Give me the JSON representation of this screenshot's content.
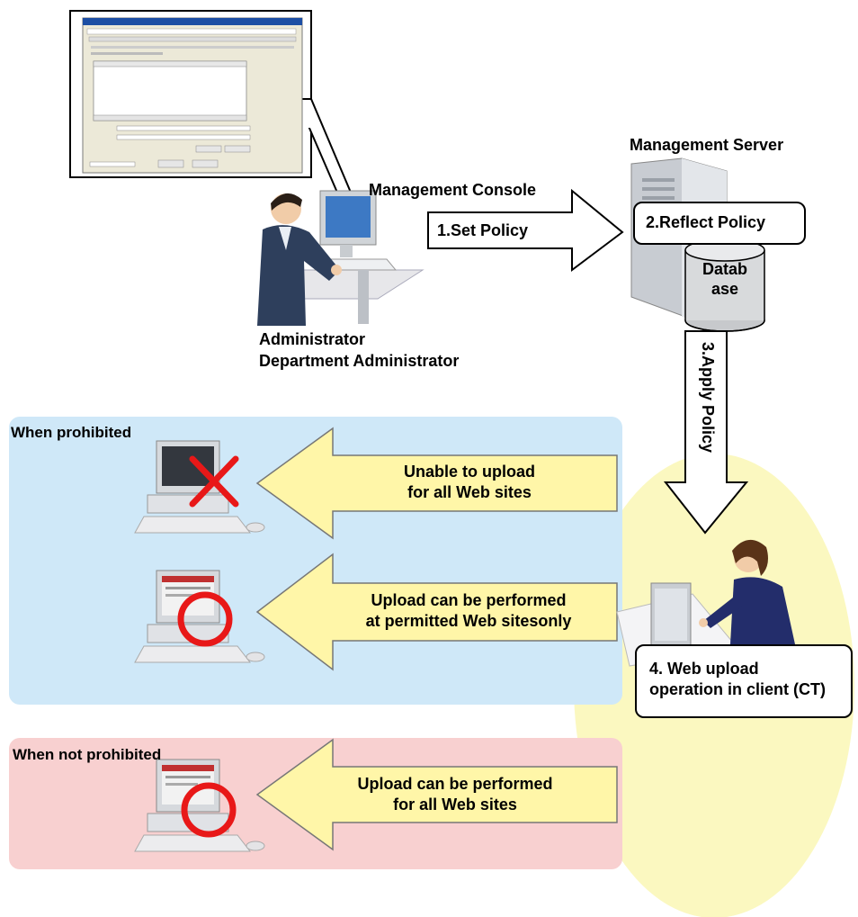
{
  "labels": {
    "management_console": "Management Console",
    "management_server": "Management Server",
    "administrator_line1": "Administrator",
    "administrator_line2": "Department Administrator",
    "database_line1": "Datab",
    "database_line2": "ase"
  },
  "steps": {
    "set_policy": "1.Set Policy",
    "reflect_policy": "2.Reflect Policy",
    "apply_policy": "3.Apply Policy",
    "web_upload_line1": "4. Web  upload",
    "web_upload_line2": "operation in client (CT)"
  },
  "prohibited": {
    "title": "When prohibited",
    "case1_line1": "Unable to upload",
    "case1_line2": "for all Web sites",
    "case2_line1": "Upload can be performed",
    "case2_line2": "at permitted Web sitesonly"
  },
  "not_prohibited": {
    "title": "When not prohibited",
    "case_line1": "Upload can be performed",
    "case_line2": "for all Web sites"
  },
  "colors": {
    "prohibited_panel": "#cfe8f8",
    "not_prohibited_panel": "#f8d0d0",
    "client_ellipse": "#fbf8c0",
    "yellow_arrow": "#fff6a8",
    "deny_mark": "#e81818"
  }
}
